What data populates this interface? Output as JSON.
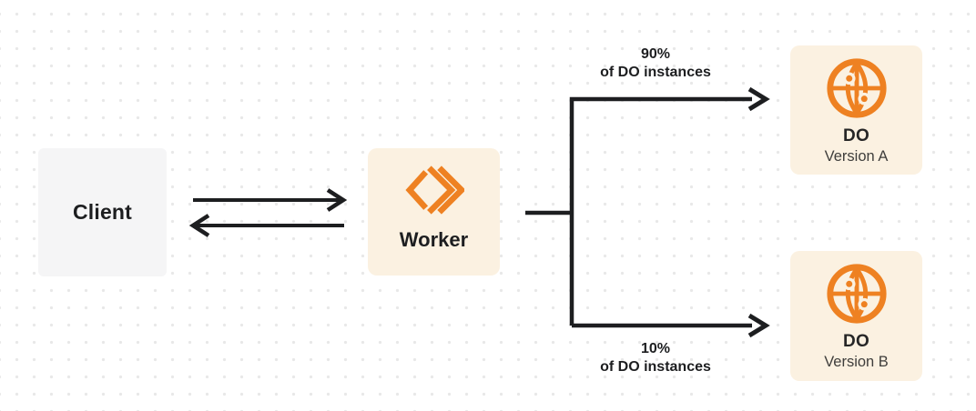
{
  "diagram": {
    "client": {
      "label": "Client"
    },
    "worker": {
      "label": "Worker",
      "icon": "workers-chevrons-icon"
    },
    "branches": [
      {
        "percent": "90%",
        "caption": "of DO instances",
        "target": {
          "title": "DO",
          "subtitle": "Version A",
          "icon": "globe-icon"
        }
      },
      {
        "percent": "10%",
        "caption": "of DO instances",
        "target": {
          "title": "DO",
          "subtitle": "Version B",
          "icon": "globe-icon"
        }
      }
    ],
    "colors": {
      "accent_orange": "#ee8122",
      "box_cream": "#fbf1e1",
      "box_gray": "#f5f5f6",
      "line_ink": "#1d1e20",
      "dot_grid": "#e8e8e8"
    }
  }
}
